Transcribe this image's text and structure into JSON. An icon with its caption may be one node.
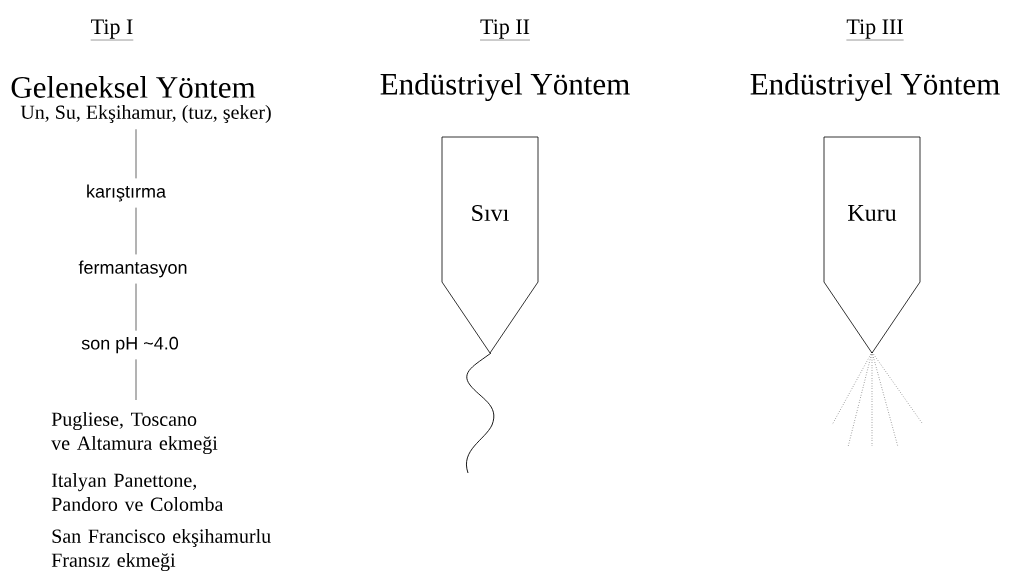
{
  "diagram": {
    "nodes": [
      {
        "text": [
          "Un, Su, Ekşihamur, (tuz, şeker)"
        ]
      },
      {
        "text": [
          "karıştırma"
        ]
      },
      {
        "text": [
          "fermantasyon"
        ]
      },
      {
        "text": [
          "son pH ~4.0"
        ]
      },
      {
        "text": [
          "Pugliese, Toscano ve Altamura ekmeği"
        ]
      },
      {
        "text": [
          "Sıvı"
        ]
      },
      {
        "text": [
          "Kuru"
        ]
      }
    ],
    "edges": [
      {
        "from": 0,
        "to": 1,
        "arrow": "none"
      },
      {
        "from": 1,
        "to": 2,
        "arrow": "none"
      },
      {
        "from": 2,
        "to": 3,
        "arrow": "none"
      },
      {
        "from": 3,
        "to": 4,
        "arrow": "none"
      }
    ],
    "labels": [
      "Tip I",
      "Tip II",
      "Tip III",
      "Geleneksel Yöntem",
      "Endüstriyel Yöntem",
      "Endüstriyel Yöntem",
      "Italyan Panettone, Pandoro ve Colomba",
      "San Francisco ekşihamurlu Fransız ekmeği"
    ]
  }
}
